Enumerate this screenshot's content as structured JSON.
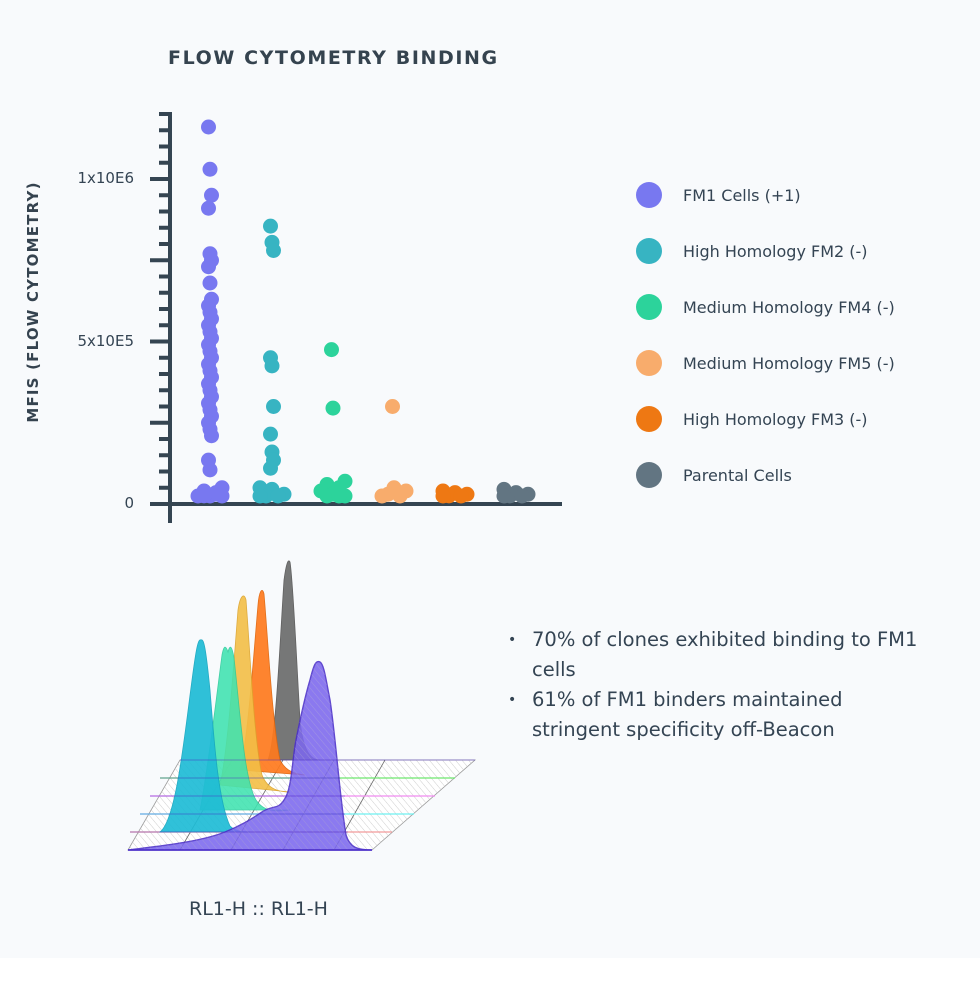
{
  "title": "FLOW CYTOMETRY BINDING",
  "scatter": {
    "ylabel": "MFIS (FLOW CYTOMETRY)",
    "ytick_labels": [
      "1x10E6",
      "5x10E5",
      "0"
    ]
  },
  "legend": {
    "items": [
      {
        "label": "FM1 Cells (+1)",
        "color": "#7878f0"
      },
      {
        "label": "High Homology FM2 (-)",
        "color": "#37b4c2"
      },
      {
        "label": "Medium Homology FM4 (-)",
        "color": "#2cd39b"
      },
      {
        "label": "Medium Homology FM5 (-)",
        "color": "#f8ac6c"
      },
      {
        "label": "High Homology FM3 (-)",
        "color": "#ee7813"
      },
      {
        "label": "Parental Cells",
        "color": "#627582"
      }
    ]
  },
  "bullets": [
    "70% of clones exhibited binding to FM1 cells",
    "61% of FM1 binders maintained stringent specificity off-Beacon"
  ],
  "bullet_mark": "•",
  "histogram": {
    "xlabel": "RL1-H :: RL1-H"
  },
  "chart_data": [
    {
      "type": "scatter",
      "title": "FLOW CYTOMETRY BINDING",
      "xlabel": "",
      "ylabel": "MFIS (FLOW CYTOMETRY)",
      "ylim": [
        0,
        1200000
      ],
      "yticks": [
        0,
        500000,
        1000000
      ],
      "ytick_labels": [
        "0",
        "5x10E5",
        "1x10E6"
      ],
      "minor_tick_step": 50000,
      "grid": false,
      "legend_position": "right",
      "categories": [
        "FM1 Cells (+1)",
        "High Homology FM2 (-)",
        "Medium Homology FM4 (-)",
        "Medium Homology FM5 (-)",
        "High Homology FM3 (-)",
        "Parental Cells"
      ],
      "series": [
        {
          "name": "FM1 Cells (+1)",
          "color": "#7878f0",
          "values": [
            1160000,
            1030000,
            950000,
            910000,
            770000,
            750000,
            730000,
            680000,
            630000,
            610000,
            590000,
            570000,
            550000,
            530000,
            510000,
            490000,
            470000,
            450000,
            430000,
            410000,
            390000,
            370000,
            350000,
            330000,
            310000,
            290000,
            270000,
            250000,
            230000,
            210000,
            135000,
            105000,
            50000,
            40000,
            30000,
            20000,
            15000,
            10000,
            25000,
            35000
          ]
        },
        {
          "name": "High Homology FM2 (-)",
          "color": "#37b4c2",
          "values": [
            855000,
            805000,
            780000,
            450000,
            425000,
            300000,
            215000,
            160000,
            135000,
            110000,
            50000,
            45000,
            30000,
            20000,
            15000,
            10000
          ]
        },
        {
          "name": "Medium Homology FM4 (-)",
          "color": "#2cd39b",
          "values": [
            475000,
            295000,
            70000,
            60000,
            50000,
            40000,
            30000,
            20000,
            15000,
            10000
          ]
        },
        {
          "name": "Medium Homology FM5 (-)",
          "color": "#f8ac6c",
          "values": [
            300000,
            50000,
            40000,
            30000,
            20000,
            15000
          ]
        },
        {
          "name": "High Homology FM3 (-)",
          "color": "#ee7813",
          "values": [
            40000,
            35000,
            30000,
            25000,
            20000,
            15000
          ]
        },
        {
          "name": "Parental Cells",
          "color": "#627582",
          "values": [
            45000,
            35000,
            30000,
            25000,
            20000,
            15000
          ]
        }
      ]
    },
    {
      "type": "area",
      "title": "",
      "xlabel": "RL1-H :: RL1-H",
      "ylabel": "",
      "description": "3D staggered overlay of flow cytometry histograms",
      "series": [
        {
          "name": "FM1 Cells",
          "color": "#7c68ee",
          "relative_peak_height": 0.52,
          "peak_position": "right"
        },
        {
          "name": "High Homology FM2",
          "color": "#1fbcd6",
          "relative_peak_height": 0.72,
          "peak_position": "left"
        },
        {
          "name": "Medium Homology FM4",
          "color": "#3fe3b0",
          "relative_peak_height": 0.66,
          "peak_position": "left"
        },
        {
          "name": "Medium Homology FM5",
          "color": "#f3bf47",
          "relative_peak_height": 0.88,
          "peak_position": "left"
        },
        {
          "name": "High Homology FM3",
          "color": "#ff7a1e",
          "relative_peak_height": 0.91,
          "peak_position": "left"
        },
        {
          "name": "Parental Cells",
          "color": "#737373",
          "relative_peak_height": 1.0,
          "peak_position": "left"
        }
      ]
    }
  ]
}
